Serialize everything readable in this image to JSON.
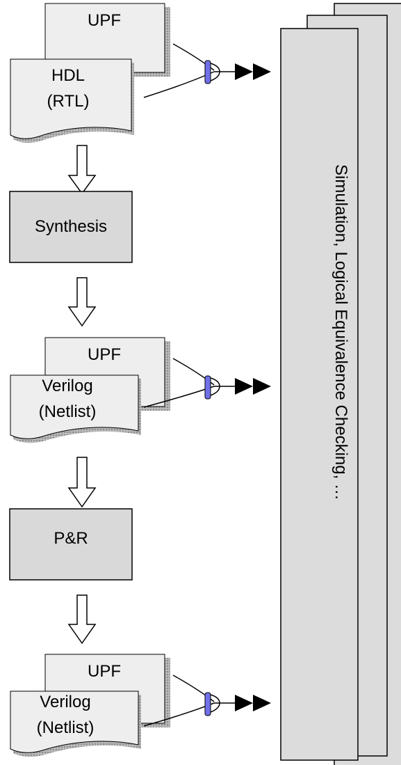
{
  "stage1": {
    "upf": "UPF",
    "doc_line1": "HDL",
    "doc_line2": "(RTL)"
  },
  "step1": "Synthesis",
  "stage2": {
    "upf": "UPF",
    "doc_line1": "Verilog",
    "doc_line2": "(Netlist)"
  },
  "step2": "P&R",
  "stage3": {
    "upf": "UPF",
    "doc_line1": "Verilog",
    "doc_line2": "(Netlist)"
  },
  "verification_label": "Simulation, Logical Equivalence Checking, …",
  "colors": {
    "page_fill": "#eeeeee",
    "box_fill": "#d9d9d9",
    "stack_fill": "#dcdcdc",
    "connector_blue": "#7070e8"
  }
}
